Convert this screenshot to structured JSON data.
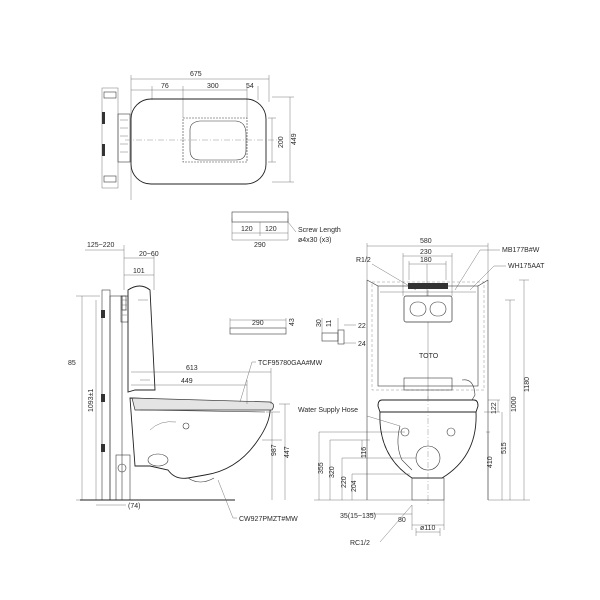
{
  "top_view": {
    "width_overall": "675",
    "dim_76": "76",
    "dim_300": "300",
    "dim_54": "54",
    "dim_200": "200",
    "dim_449": "449"
  },
  "screw_detail": {
    "dim_120a": "120",
    "dim_120b": "120",
    "dim_290": "290",
    "screw_length_label": "Screw Length",
    "screw_spec": "ø4x30 (x3)"
  },
  "side_view": {
    "dim_125_220": "125~220",
    "dim_20_60": "20~60",
    "dim_101": "101",
    "dim_85": "85",
    "dim_1093": "1093±1",
    "dim_613": "613",
    "dim_449": "449",
    "seat_model": "TCF95780GAA#MW",
    "dim_987": "987",
    "dim_447": "447",
    "dim_74": "(74)",
    "bowl_model": "CW927PMZT#MW"
  },
  "bracket_detail": {
    "dim_290": "290",
    "dim_43": "43",
    "dim_30": "30",
    "dim_11": "11",
    "dim_22": "22",
    "dim_24": "24"
  },
  "front_view": {
    "dim_580": "580",
    "dim_230": "230",
    "dim_180": "180",
    "r_half": "R1/2",
    "plate_model": "MB177B#W",
    "frame_model": "WH175AAT",
    "plate_logo": "TOTO",
    "water_supply_label": "Water Supply Hose",
    "dim_122": "122",
    "dim_1000": "1000",
    "dim_1180": "1180",
    "dim_410": "410",
    "dim_515": "515",
    "dim_355": "355",
    "dim_320": "320",
    "dim_220": "220",
    "dim_116": "116",
    "dim_204": "204",
    "dim_35_range": "35(15~135)",
    "dim_80": "80",
    "dim_110": "ø110",
    "rc_half": "RC1/2"
  },
  "colors": {
    "line": "#3a3a3a",
    "seat_fill": "#e4e4e4",
    "background": "#ffffff"
  }
}
